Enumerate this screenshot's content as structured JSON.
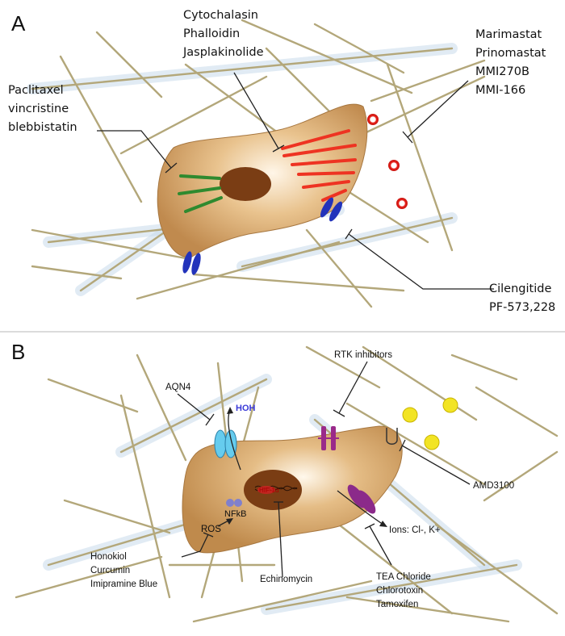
{
  "panel_a": {
    "letter": "A",
    "labels": {
      "actin_drugs": [
        "Cytochalasin",
        "Phalloidin",
        "Jasplakinolide"
      ],
      "microtubule_drugs": [
        "Paclitaxel",
        "vincristine",
        "blebbistatin"
      ],
      "mmp_inhibitors": [
        "Marimastat",
        "Prinomastat",
        "MMI270B",
        "MMI-166"
      ],
      "integrin_inhibitors": [
        "Cilengitide",
        "PF-573,228"
      ]
    },
    "colors": {
      "cell_fill": "#c9945a",
      "nucleus": "#7a3d14",
      "actin": "#ee3322",
      "microtubule": "#2f8a2f",
      "integrin": "#2233bb",
      "mmp": "#e8231c",
      "fiber": "#b3a77a"
    }
  },
  "panel_b": {
    "letter": "B",
    "labels": {
      "aqn4": "AQN4",
      "hoh": "HOH",
      "rtk": "RTK inhibitors",
      "amd": "AMD3100",
      "nfkb": "NFkB",
      "hif": "HIF-1α",
      "ros": "ROS",
      "ions": "Ions: Cl-, K+",
      "honokiol_group": [
        "Honokiol",
        "Curcumin",
        "Imipramine Blue"
      ],
      "echinomycin": "Echinomycin",
      "tea_group": [
        "TEA Chloride",
        "Chlorotoxin",
        "Tamoxifen"
      ]
    },
    "colors": {
      "aquaporin": "#66ccee",
      "rtk": "#9a2a8a",
      "ligand": "#f2e424",
      "channel": "#8b2a8a",
      "nfkb": "#8080cc"
    }
  }
}
